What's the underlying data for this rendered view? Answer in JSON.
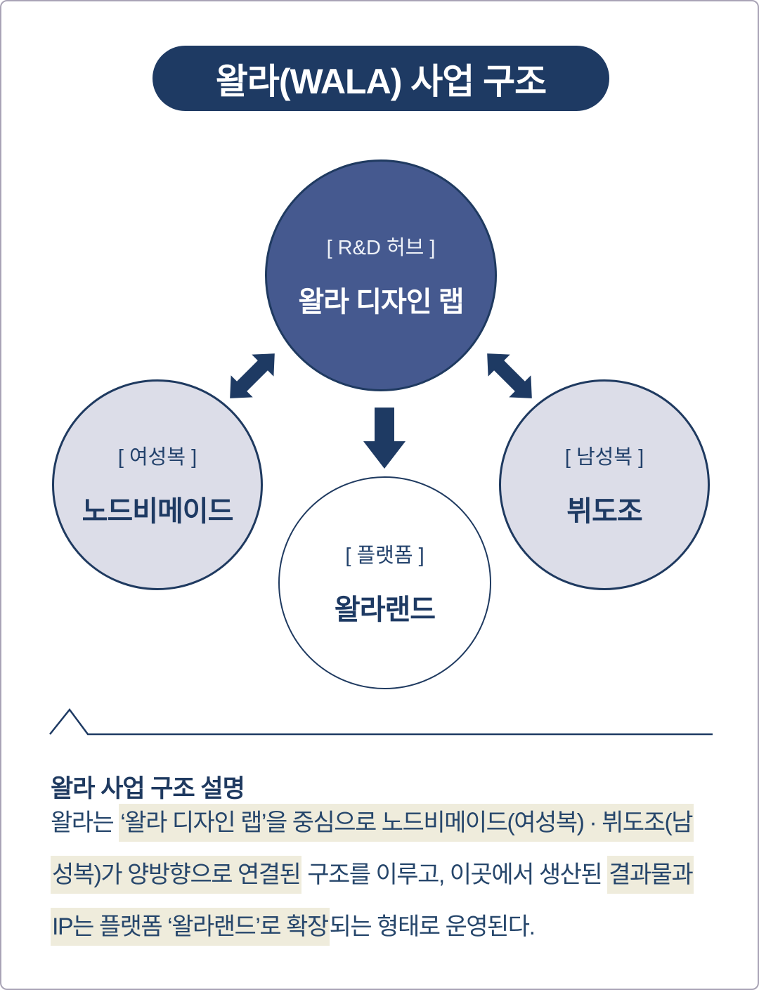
{
  "header": {
    "title": "왈라(WALA) 사업 구조"
  },
  "diagram": {
    "hub": {
      "label": "[ R&D 허브 ]",
      "name": "왈라 디자인 랩"
    },
    "womenswear": {
      "label": "[ 여성복 ]",
      "name": "노드비메이드"
    },
    "menswear": {
      "label": "[ 남성복 ]",
      "name": "뷔도조"
    },
    "platform": {
      "label": "[ 플랫폼 ]",
      "name": "왈라랜드"
    },
    "arrows": {
      "left": "double-headed-diagonal-arrow",
      "right": "double-headed-diagonal-arrow",
      "down": "single-down-arrow"
    }
  },
  "description": {
    "heading": "왈라 사업 구조 설명",
    "lines": [
      {
        "segments": [
          {
            "text": "왈라는 ",
            "highlight": false
          },
          {
            "text": "‘왈라 디자인 랩’을 중심으로 노드비메이드(여성복) · 뷔도조(남",
            "highlight": true
          }
        ]
      },
      {
        "segments": [
          {
            "text": "성복)가 양방향으로 연결된",
            "highlight": true
          },
          {
            "text": " 구조를 이루고, 이곳에서 생산된 ",
            "highlight": false
          },
          {
            "text": "결과물과",
            "highlight": true
          }
        ]
      },
      {
        "segments": [
          {
            "text": "IP는 플랫폼 ‘왈라랜드’로 확장",
            "highlight": true
          },
          {
            "text": "되는 형태로 운영된다.",
            "highlight": false
          }
        ]
      }
    ]
  },
  "colors": {
    "navy": "#1e3a63",
    "hub_fill": "#45598f",
    "satellite_fill": "#dcdde8",
    "circle_border": "#1f3a60",
    "text_navy": "#26466b",
    "highlight": "#efecdc",
    "page_border": "#a9a4b6"
  }
}
